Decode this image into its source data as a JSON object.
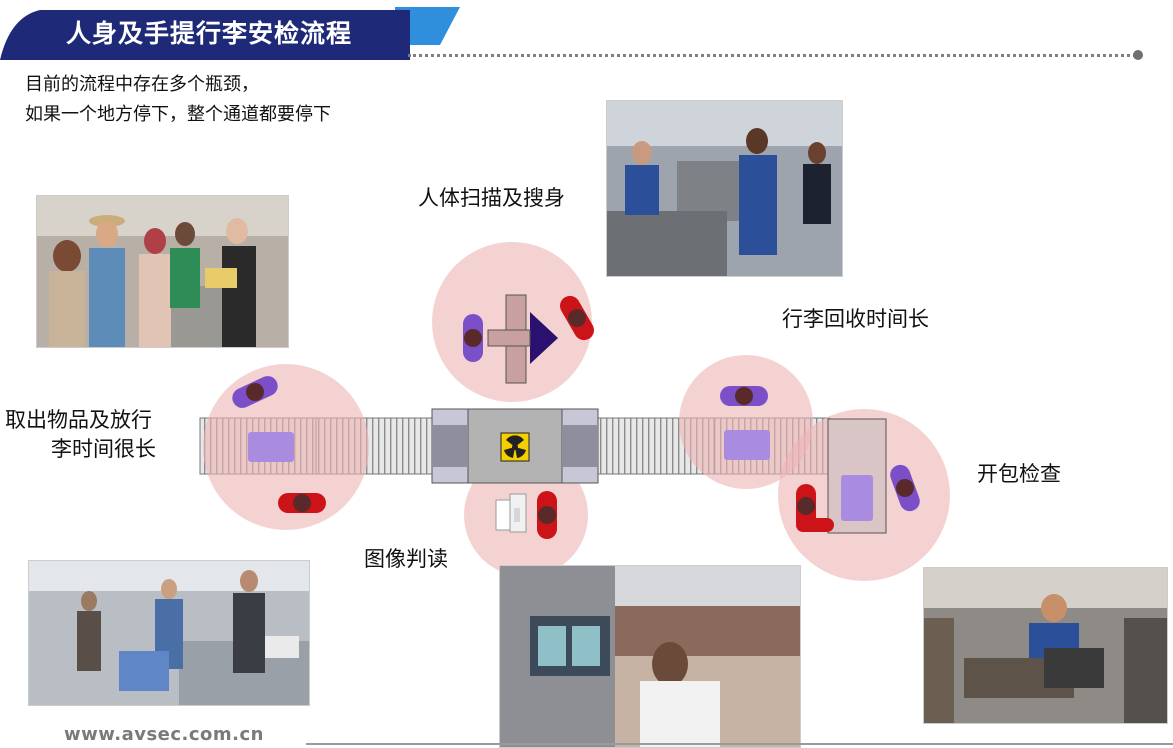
{
  "header": {
    "title": "人身及手提行李安检流程",
    "banner_color": "#1e2a78",
    "accent_color": "#2f8fdc"
  },
  "intro": {
    "line1": "目前的流程中存在多个瓶颈，",
    "line2": "如果一个地方停下，整个通道都要停下"
  },
  "diagram": {
    "labels": {
      "body_scan": "人体扫描及搜身",
      "retrieve": "行李回收时间长",
      "take_out_line1": "取出物品及放行",
      "take_out_line2": "李时间很长",
      "open_bag": "开包检查",
      "image": "图像判读"
    },
    "icons": [
      "radiation-icon",
      "scanner-arrow-icon",
      "person-pill-icon",
      "tray-icon",
      "monitor-icon"
    ],
    "colors": {
      "bottleneck_circle": "#f3c6c6",
      "conveyor": "#d9bcbc",
      "person_red": "#cc1418",
      "person_purple": "#7a4fc8",
      "tray": "#a98be0"
    }
  },
  "photos": [
    {
      "name": "checkpoint-staff-photo"
    },
    {
      "name": "passengers-loading-photo"
    },
    {
      "name": "passengers-trays-photo"
    },
    {
      "name": "xray-operator-photo"
    },
    {
      "name": "bag-inspection-photo"
    }
  ],
  "footer": {
    "url": "www.avsec.com.cn"
  }
}
